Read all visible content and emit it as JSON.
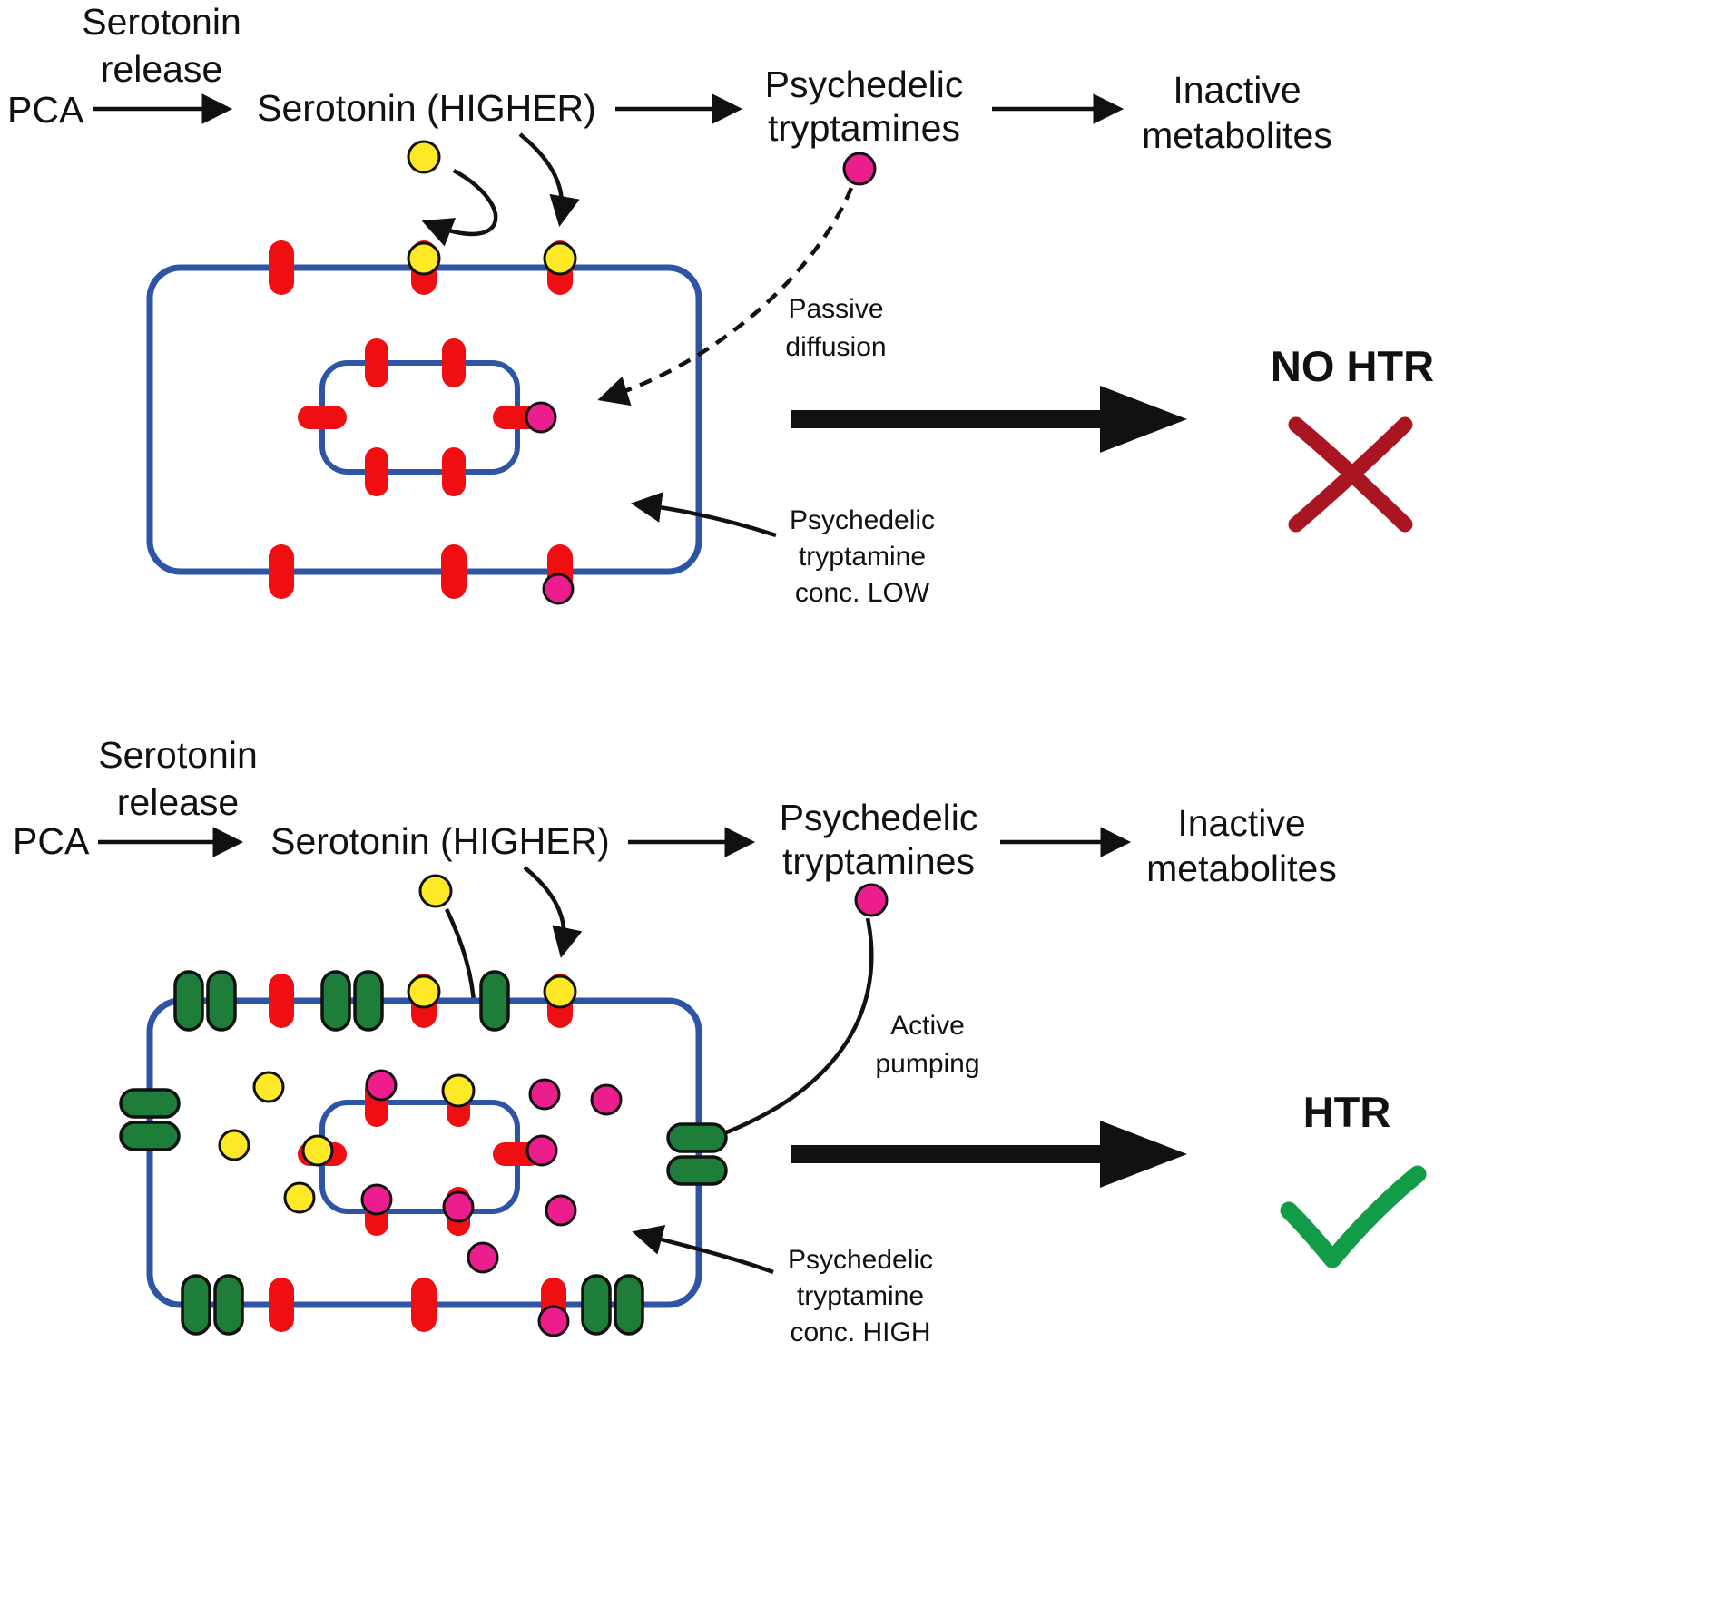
{
  "colors": {
    "membrane_blue": "#2e55a5",
    "transporter_red": "#ef0e11",
    "serotonin_yellow": "#ffe927",
    "tryptamine_pink": "#ec1d8d",
    "pump_green": "#1f7d3a",
    "cross_red": "#a91622",
    "check_green": "#129c47",
    "text_black": "#111111"
  },
  "panel_top": {
    "pathway": {
      "pca": "PCA",
      "step1_line1": "Serotonin",
      "step1_line2": "release",
      "serotonin": "Serotonin (HIGHER)",
      "product_line1": "Psychedelic",
      "product_line2": "tryptamines",
      "metabolite_line1": "Inactive",
      "metabolite_line2": "metabolites"
    },
    "mechanism_line1": "Passive",
    "mechanism_line2": "diffusion",
    "conc_line1": "Psychedelic",
    "conc_line2": "tryptamine",
    "conc_line3": "conc. LOW",
    "outcome": "NO HTR"
  },
  "panel_bottom": {
    "pathway": {
      "pca": "PCA",
      "step1_line1": "Serotonin",
      "step1_line2": "release",
      "serotonin": "Serotonin (HIGHER)",
      "product_line1": "Psychedelic",
      "product_line2": "tryptamines",
      "metabolite_line1": "Inactive",
      "metabolite_line2": "metabolites"
    },
    "mechanism_line1": "Active",
    "mechanism_line2": "pumping",
    "conc_line1": "Psychedelic",
    "conc_line2": "tryptamine",
    "conc_line3": "conc. HIGH",
    "outcome": "HTR"
  }
}
